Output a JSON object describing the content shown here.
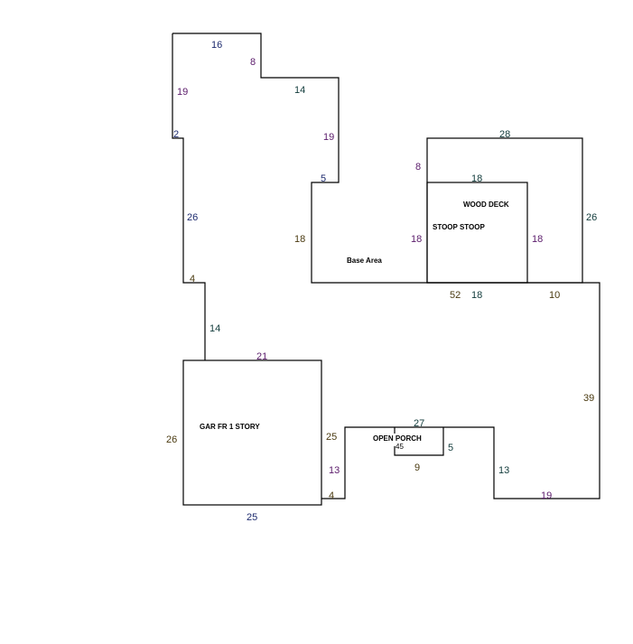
{
  "colors": {
    "navy": "#1c2a6e",
    "purple": "#5a1a6a",
    "olive": "#4a3a10",
    "teal": "#103a3a",
    "black": "#000000"
  },
  "areas": {
    "base": "Base Area",
    "wood_deck": "WOOD DECK",
    "stoop": "STOOP STOOP",
    "garage": "GAR FR 1 STORY",
    "porch": "OPEN PORCH",
    "porch_area": "45"
  },
  "dims": {
    "d16": "16",
    "d8a": "8",
    "d19a": "19",
    "d14a": "14",
    "d2": "2",
    "d19b": "19",
    "d5a": "5",
    "d26a": "26",
    "d18a": "18",
    "d4a": "4",
    "d28": "28",
    "d8b": "8",
    "d18b": "18",
    "d26b": "26",
    "d18c": "18",
    "d18d": "18",
    "d52": "52",
    "d18e": "18",
    "d10": "10",
    "d14b": "14",
    "d21": "21",
    "d39": "39",
    "d26c": "26",
    "d25a": "25",
    "d27": "27",
    "d5b": "5",
    "d13a": "13",
    "d9": "9",
    "d13b": "13",
    "d4b": "4",
    "d19c": "19",
    "d25b": "25"
  }
}
